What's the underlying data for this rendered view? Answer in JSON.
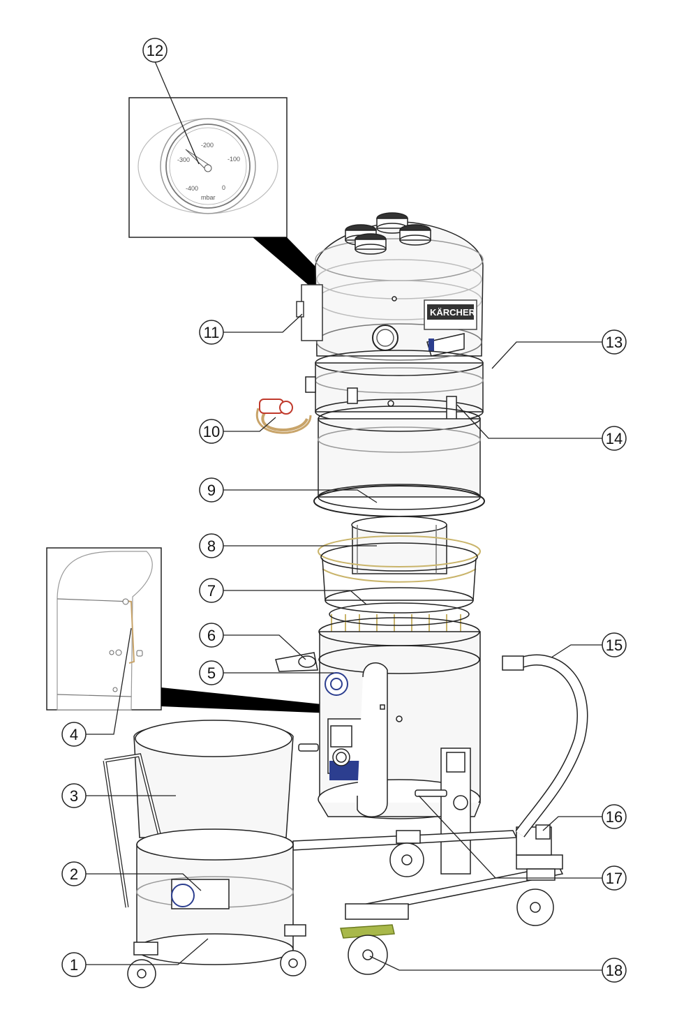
{
  "brand_label": "KÄRCHER",
  "gauge": {
    "ticks": [
      "-400",
      "-300",
      "-200",
      "-100",
      "0"
    ],
    "unit": "mbar"
  },
  "callouts": [
    {
      "id": "callout-1",
      "label": "1"
    },
    {
      "id": "callout-2",
      "label": "2"
    },
    {
      "id": "callout-3",
      "label": "3"
    },
    {
      "id": "callout-4",
      "label": "4"
    },
    {
      "id": "callout-5",
      "label": "5"
    },
    {
      "id": "callout-6",
      "label": "6"
    },
    {
      "id": "callout-7",
      "label": "7"
    },
    {
      "id": "callout-8",
      "label": "8"
    },
    {
      "id": "callout-9",
      "label": "9"
    },
    {
      "id": "callout-10",
      "label": "10"
    },
    {
      "id": "callout-11",
      "label": "11"
    },
    {
      "id": "callout-12",
      "label": "12"
    },
    {
      "id": "callout-13",
      "label": "13"
    },
    {
      "id": "callout-14",
      "label": "14"
    },
    {
      "id": "callout-15",
      "label": "15"
    },
    {
      "id": "callout-16",
      "label": "16"
    },
    {
      "id": "callout-17",
      "label": "17"
    },
    {
      "id": "callout-18",
      "label": "18"
    }
  ],
  "colors": {
    "line": "#222222",
    "part_fill": "#f7f7f7",
    "filter_yellow": "#c9b46a",
    "cable_red": "#c0392b",
    "cable_tan": "#c8a46a",
    "valve_blue": "#2c3e8f",
    "brake_green": "#a8b84a"
  }
}
